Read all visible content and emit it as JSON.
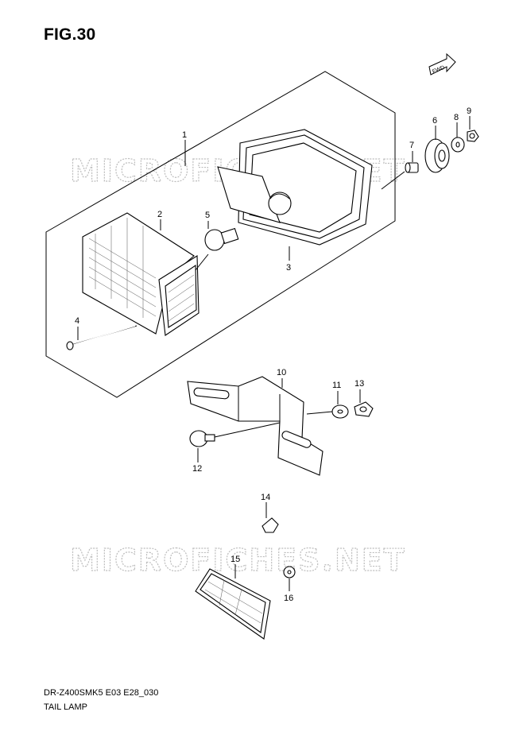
{
  "figure": {
    "title": "FIG.30",
    "model_code": "DR-Z400SMK5 E03 E28_030",
    "caption": "TAIL LAMP"
  },
  "watermark": {
    "text": "MICROFICHES.NET",
    "color": "#bdbdbd"
  },
  "direction_marker": {
    "label": "FWD",
    "icon": "forward-arrow-icon"
  },
  "callouts": [
    "1",
    "2",
    "3",
    "4",
    "5",
    "6",
    "7",
    "8",
    "9",
    "10",
    "11",
    "12",
    "13",
    "14",
    "15",
    "16"
  ],
  "colors": {
    "line": "#000000",
    "background": "#ffffff"
  }
}
